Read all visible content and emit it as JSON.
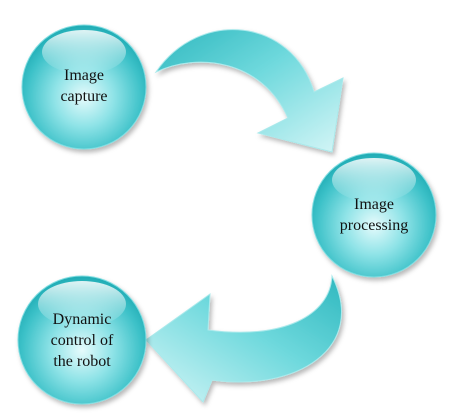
{
  "diagram": {
    "nodes": [
      {
        "id": "capture",
        "label": "Image\ncapture"
      },
      {
        "id": "processing",
        "label": "Image\nprocessing"
      },
      {
        "id": "control",
        "label": "Dynamic\ncontrol of\nthe robot"
      }
    ],
    "edges": [
      {
        "from": "capture",
        "to": "processing"
      },
      {
        "from": "processing",
        "to": "control"
      }
    ],
    "colors": {
      "node_fill_light": "#d9f7f8",
      "node_fill_mid": "#5fd3d8",
      "node_fill_dark": "#1aa7b0",
      "arrow_fill": "#4cc9cd",
      "arrow_stroke": "#8fe0e3",
      "label_color": "#111111"
    }
  }
}
